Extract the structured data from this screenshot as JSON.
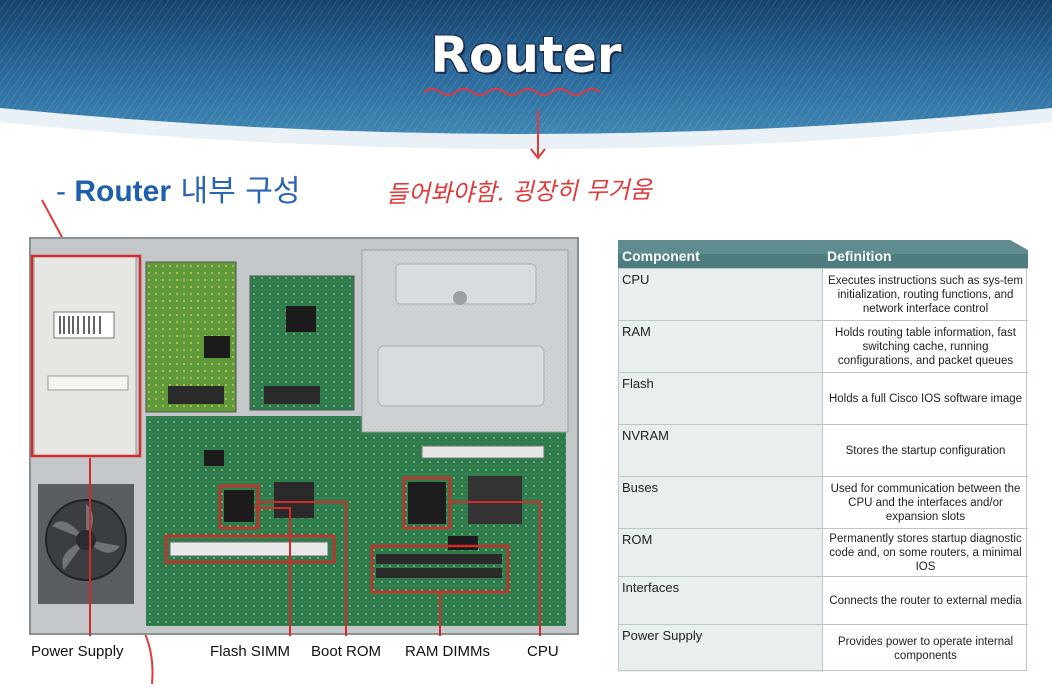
{
  "header": {
    "title": "Router"
  },
  "subtitle": {
    "prefix": "- ",
    "bold": "Router",
    "korean": " 내부 구성"
  },
  "handwritten_note": "들어봐야함. 굉장히 무거움",
  "photo_labels": [
    "Power Supply",
    "Flash SIMM",
    "Boot ROM",
    "RAM DIMMs",
    "CPU"
  ],
  "table": {
    "headers": {
      "component": "Component",
      "definition": "Definition"
    },
    "rows": [
      {
        "component": "CPU",
        "definition": "Executes instructions such as sys-tem initialization, routing functions, and network interface control"
      },
      {
        "component": "RAM",
        "definition": "Holds routing table information, fast switching cache, running configurations, and packet queues"
      },
      {
        "component": "Flash",
        "definition": "Holds a full Cisco IOS software image"
      },
      {
        "component": "NVRAM",
        "definition": "Stores the startup configuration"
      },
      {
        "component": "Buses",
        "definition": "Used for communication between the CPU and the interfaces and/or expansion slots"
      },
      {
        "component": "ROM",
        "definition": "Permanently stores startup diagnostic code and, on some routers, a minimal IOS"
      },
      {
        "component": "Interfaces",
        "definition": "Connects the router to external media"
      },
      {
        "component": "Power Supply",
        "definition": "Provides power to operate internal components"
      }
    ]
  },
  "colors": {
    "header_blue": "#1d4f7c",
    "accent_teal": "#4e7d80",
    "subtitle_blue": "#1f5fb0",
    "annotation_red": "#e03a3a"
  }
}
